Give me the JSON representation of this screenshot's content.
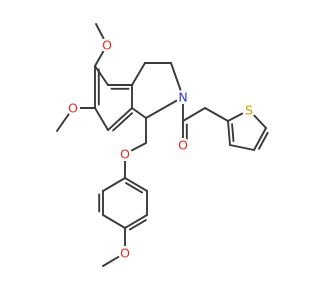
{
  "molecule": {
    "colors": {
      "bond": "#3a3a3a",
      "oxygen": "#e8281e",
      "nitrogen": "#2b35e0",
      "sulfur": "#c6a400"
    },
    "atom_labels": {
      "o_methoxy_6": "O",
      "o_methoxy_7": "O",
      "o_ether": "O",
      "o_methoxy_para": "O",
      "o_carbonyl": "O",
      "n_ring": "N",
      "s_thiophene": "S"
    }
  }
}
